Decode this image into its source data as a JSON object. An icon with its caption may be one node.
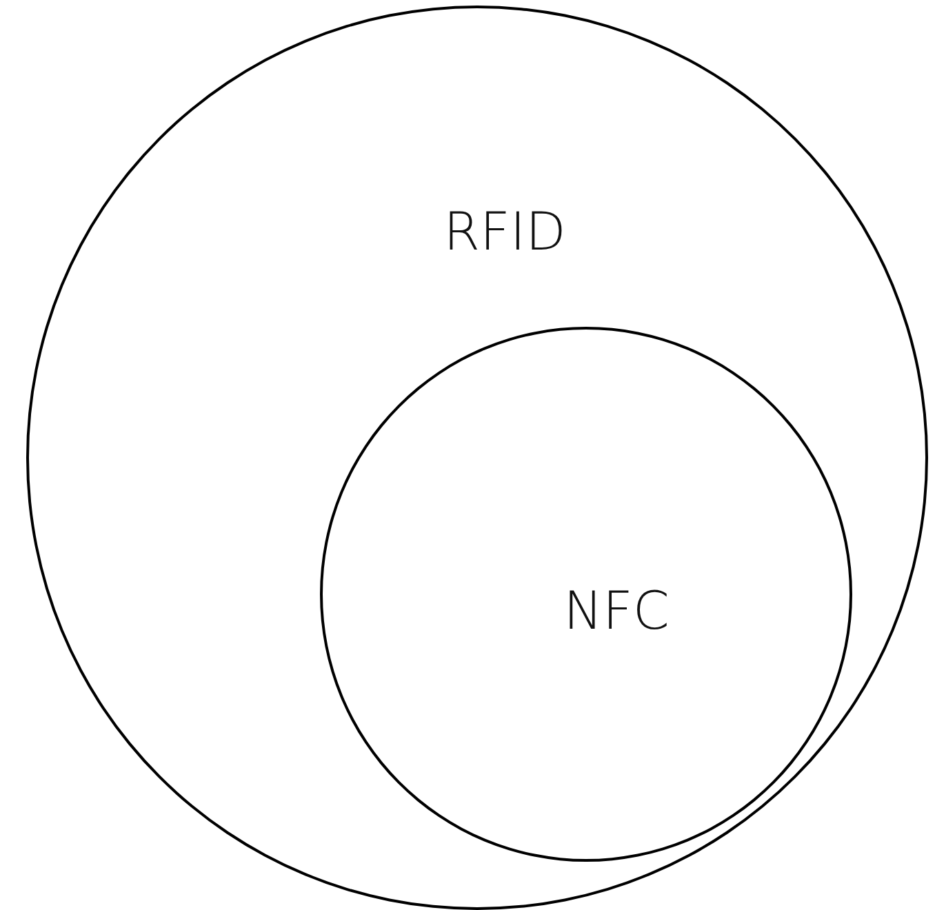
{
  "diagram": {
    "nodes": [
      {
        "text": [
          "RFID"
        ]
      },
      {
        "text": [
          "NFC"
        ],
        "in": 0
      }
    ]
  }
}
